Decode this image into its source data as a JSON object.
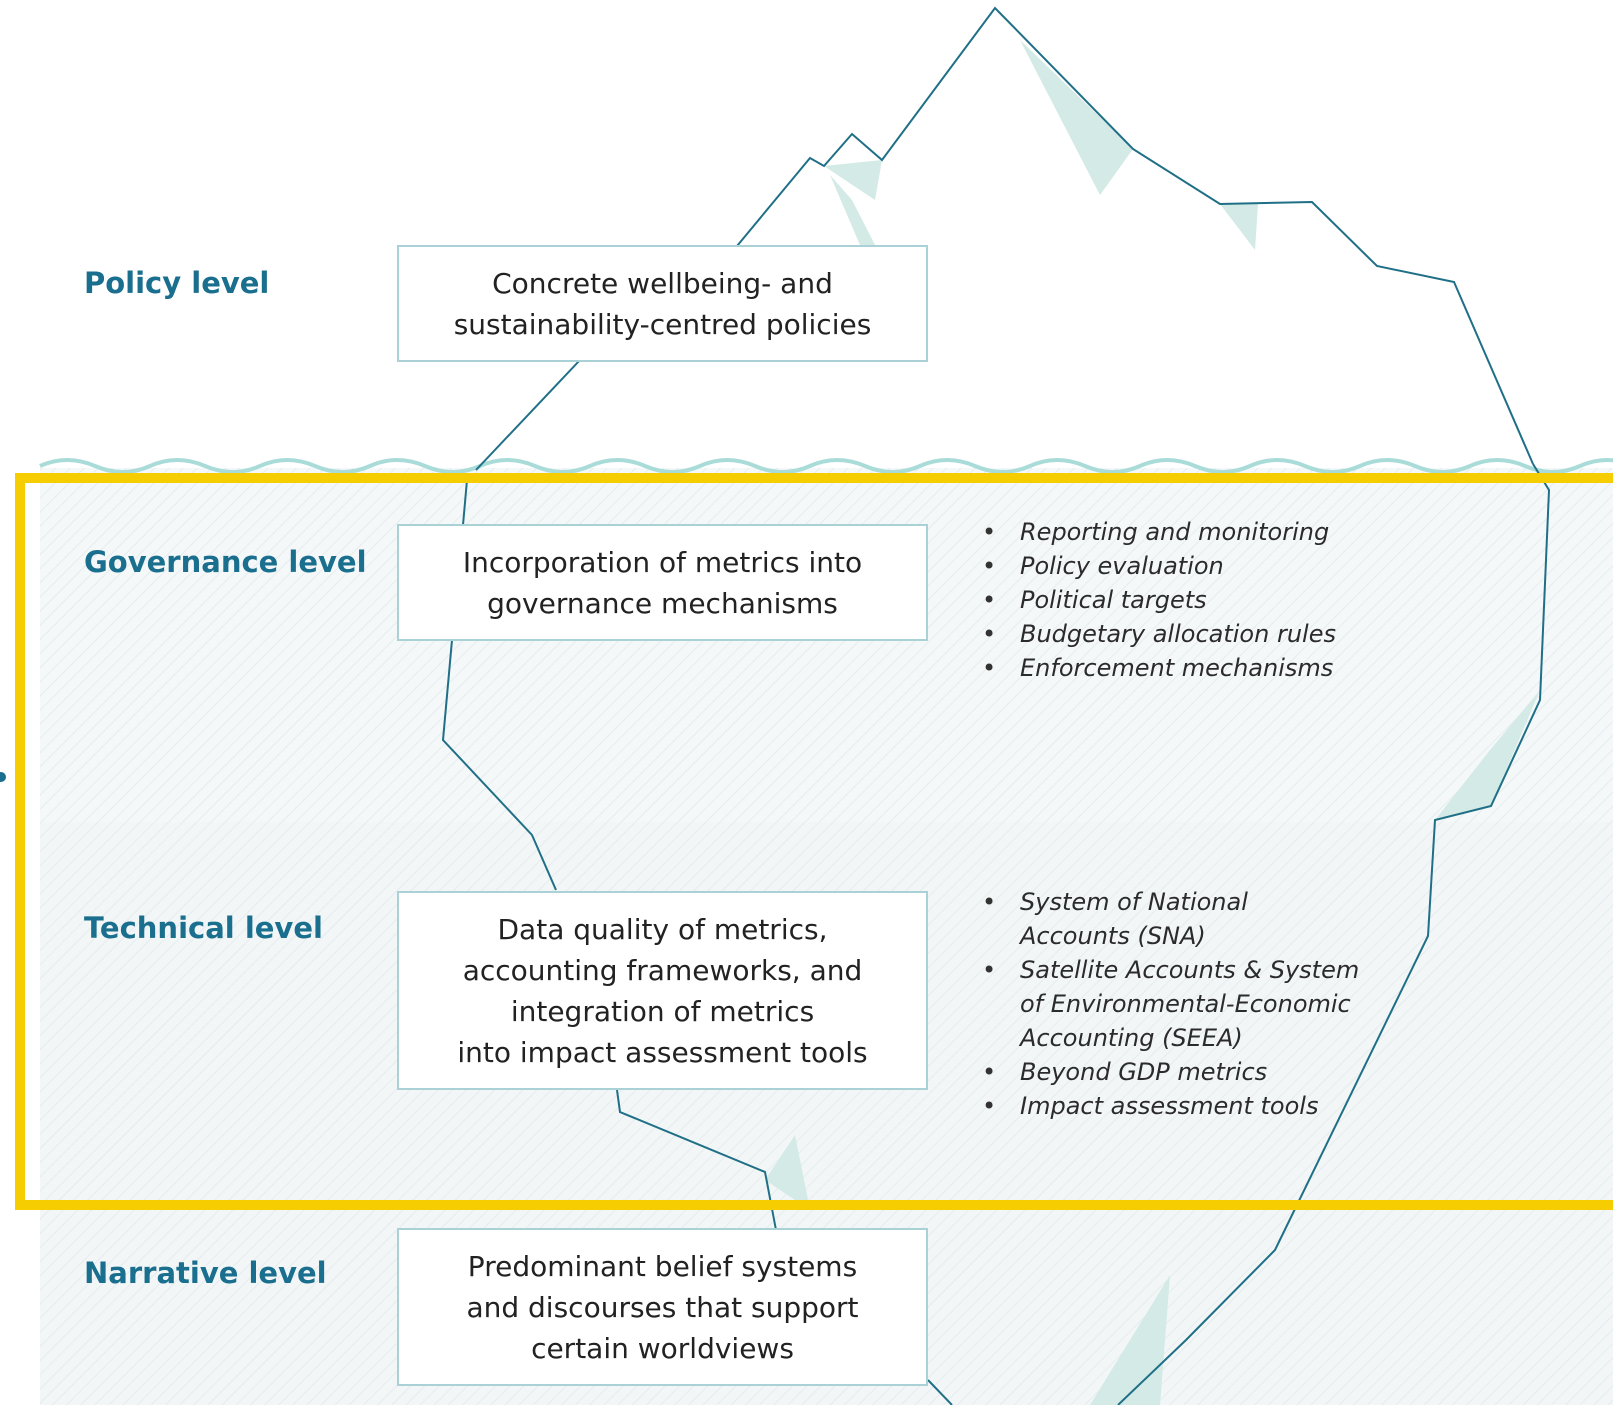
{
  "levels": {
    "policy": {
      "label": "Policy level",
      "box_text": "Concrete wellbeing- and\nsustainability-centred policies"
    },
    "governance": {
      "label": "Governance level",
      "box_text": "Incorporation of metrics into\ngovernance mechanisms",
      "bullets": [
        "Reporting and monitoring",
        "Policy evaluation",
        "Political targets",
        "Budgetary allocation rules",
        "Enforcement mechanisms"
      ]
    },
    "technical": {
      "label": "Technical level",
      "box_text": "Data quality of metrics,\naccounting frameworks, and\nintegration of metrics\ninto impact assessment tools",
      "bullets": [
        "System of National\nAccounts (SNA)",
        "Satellite Accounts & System\nof Environmental-Economic\nAccounting (SEEA)",
        "Beyond GDP metrics",
        "Impact assessment tools"
      ]
    },
    "narrative": {
      "label": "Narrative level",
      "box_text": "Predominant belief systems\nand discourses that support\ncertain worldviews"
    }
  },
  "colors": {
    "label": "#1a6e8e",
    "outline": "#1f6f86",
    "ice_shade": "#d3eae6",
    "water_line": "#a9dcd8",
    "hatch": "#e9eeef",
    "highlight": "#f6cd00"
  }
}
